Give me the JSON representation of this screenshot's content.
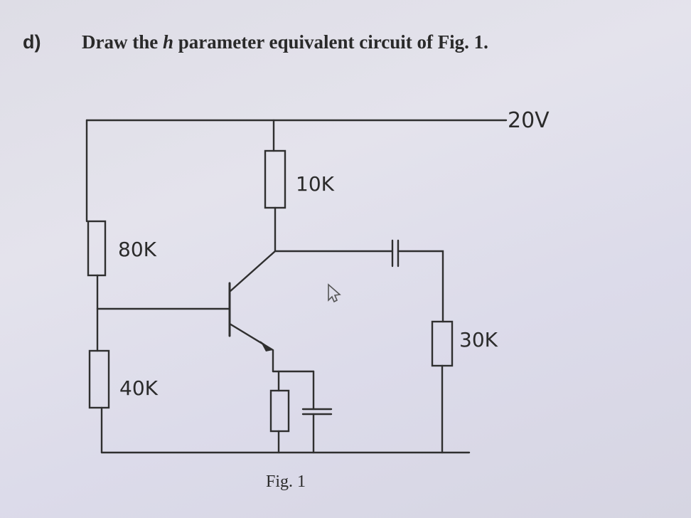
{
  "question": {
    "label": "d)",
    "text_before": "Draw the ",
    "text_var": "h",
    "text_after": " parameter equivalent circuit of Fig. 1."
  },
  "circuit": {
    "supply": "20V",
    "collector_resistor": "10K",
    "bias_upper": "80K",
    "bias_lower": "40K",
    "load": "30K",
    "caption": "Fig. 1"
  },
  "colors": {
    "ink": "#2a2a2a",
    "paper": "#e2e1ea"
  },
  "icons": [
    "cursor-arrow-icon"
  ]
}
